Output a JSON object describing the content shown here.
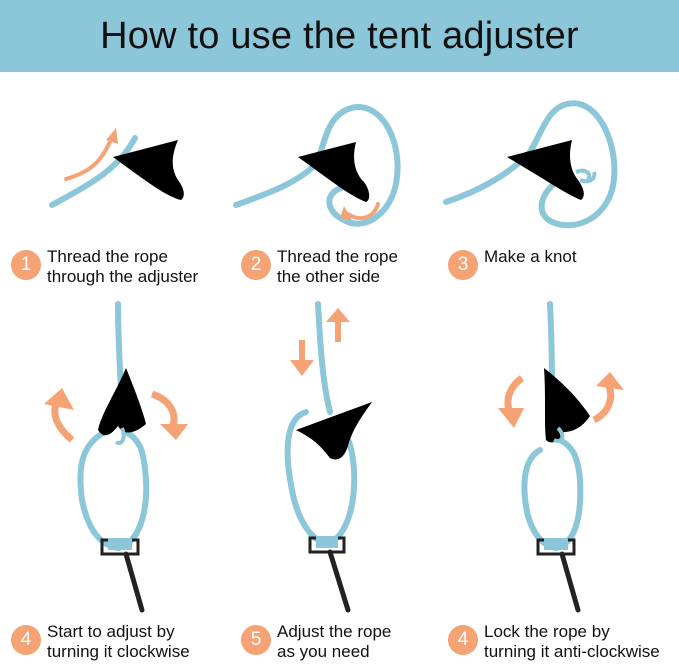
{
  "header": {
    "title": "How to use the tent adjuster"
  },
  "colors": {
    "header_bg": "#8cc6d9",
    "rope": "#8cc6d9",
    "arrow": "#f5a274",
    "adjuster": "#000000",
    "badge": "#f5a274"
  },
  "steps": [
    {
      "number": "1",
      "caption": "Thread the rope\nthrough the adjuster"
    },
    {
      "number": "2",
      "caption": "Thread the rope\nthe other side"
    },
    {
      "number": "3",
      "caption": "Make a knot"
    },
    {
      "number": "4",
      "caption": "Start to adjust by\nturning it clockwise"
    },
    {
      "number": "5",
      "caption": "Adjust the rope\nas you need"
    },
    {
      "number": "4",
      "caption": "Lock the rope by\nturning it anti-clockwise"
    }
  ]
}
